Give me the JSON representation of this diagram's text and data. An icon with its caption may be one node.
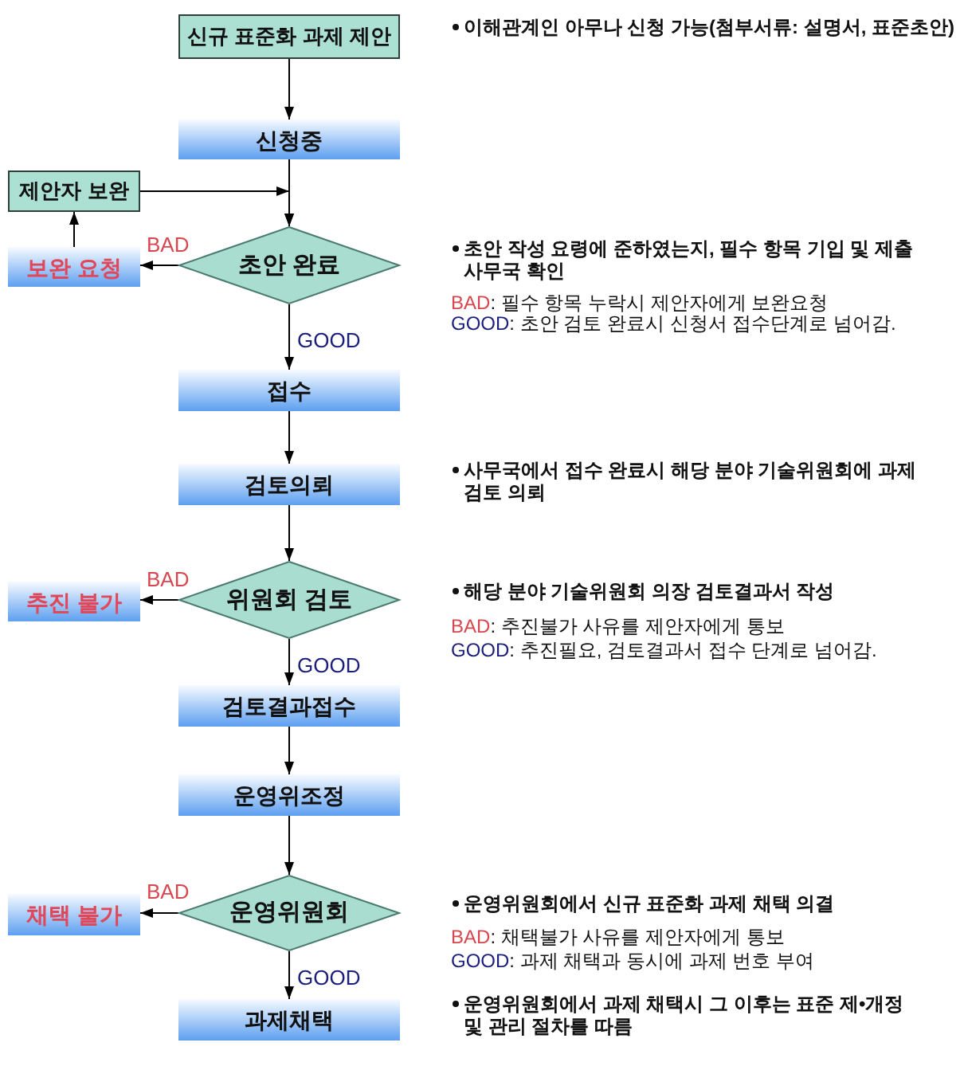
{
  "diagram": {
    "nodes": [
      {
        "text": [
          "신규 표준화 과제 제안"
        ]
      },
      {
        "text": [
          "신청중"
        ]
      },
      {
        "text": [
          "제안자 보완"
        ]
      },
      {
        "text": [
          "보완 요청"
        ]
      },
      {
        "text": [
          "초안 완료"
        ]
      },
      {
        "text": [
          "접수"
        ]
      },
      {
        "text": [
          "검토의뢰"
        ]
      },
      {
        "text": [
          "추진 불가"
        ]
      },
      {
        "text": [
          "위원회 검토"
        ]
      },
      {
        "text": [
          "검토결과접수"
        ]
      },
      {
        "text": [
          "운영위조정"
        ]
      },
      {
        "text": [
          "채택 불가"
        ]
      },
      {
        "text": [
          "운영위원회"
        ]
      },
      {
        "text": [
          "과제채택"
        ]
      }
    ],
    "edges": [
      {
        "from": 0,
        "to": 1,
        "arrow": "to"
      },
      {
        "from": 1,
        "to": 4,
        "arrow": "to"
      },
      {
        "from": 2,
        "to": 4,
        "arrow": "to"
      },
      {
        "from": 3,
        "to": 2,
        "arrow": "to"
      },
      {
        "from": 4,
        "to": 3,
        "arrow": "to",
        "label": "BAD"
      },
      {
        "from": 4,
        "to": 5,
        "arrow": "to",
        "label": "GOOD"
      },
      {
        "from": 5,
        "to": 6,
        "arrow": "to"
      },
      {
        "from": 6,
        "to": 8,
        "arrow": "to"
      },
      {
        "from": 8,
        "to": 7,
        "arrow": "to",
        "label": "BAD"
      },
      {
        "from": 8,
        "to": 9,
        "arrow": "to",
        "label": "GOOD"
      },
      {
        "from": 9,
        "to": 10,
        "arrow": "to"
      },
      {
        "from": 10,
        "to": 12,
        "arrow": "to"
      },
      {
        "from": 12,
        "to": 11,
        "arrow": "to",
        "label": "BAD"
      },
      {
        "from": 12,
        "to": 13,
        "arrow": "to",
        "label": "GOOD"
      }
    ],
    "labels": [
      "이해관계인 아무나 신청 가능(첨부서류: 설명서, 표준초안)",
      "초안 작성 요령에 준하였는지, 필수 항목 기입 및 제출 사무국 확인",
      "BAD: 필수 항목 누락시 제안자에게 보완요청",
      "GOOD: 초안 검토 완료시 신청서 접수단계로 넘어감.",
      "사무국에서 접수 완료시 해당 분야 기술위원회에 과제 검토 의뢰",
      "해당 분야 기술위원회 의장 검토결과서 작성",
      "BAD: 추진불가 사유를 제안자에게 통보",
      "GOOD: 추진필요, 검토결과서 접수 단계로 넘어감.",
      "운영위원회에서 신규 표준화 과제 채택 의결",
      "BAD: 채택불가 사유를 제안자에게 통보",
      "GOOD: 과제 채택과 동시에 과제 번호 부여",
      "운영위원회에서 과제 채택시 그 이후는 표준 제•개정 및 관리 절차를 따름"
    ]
  }
}
